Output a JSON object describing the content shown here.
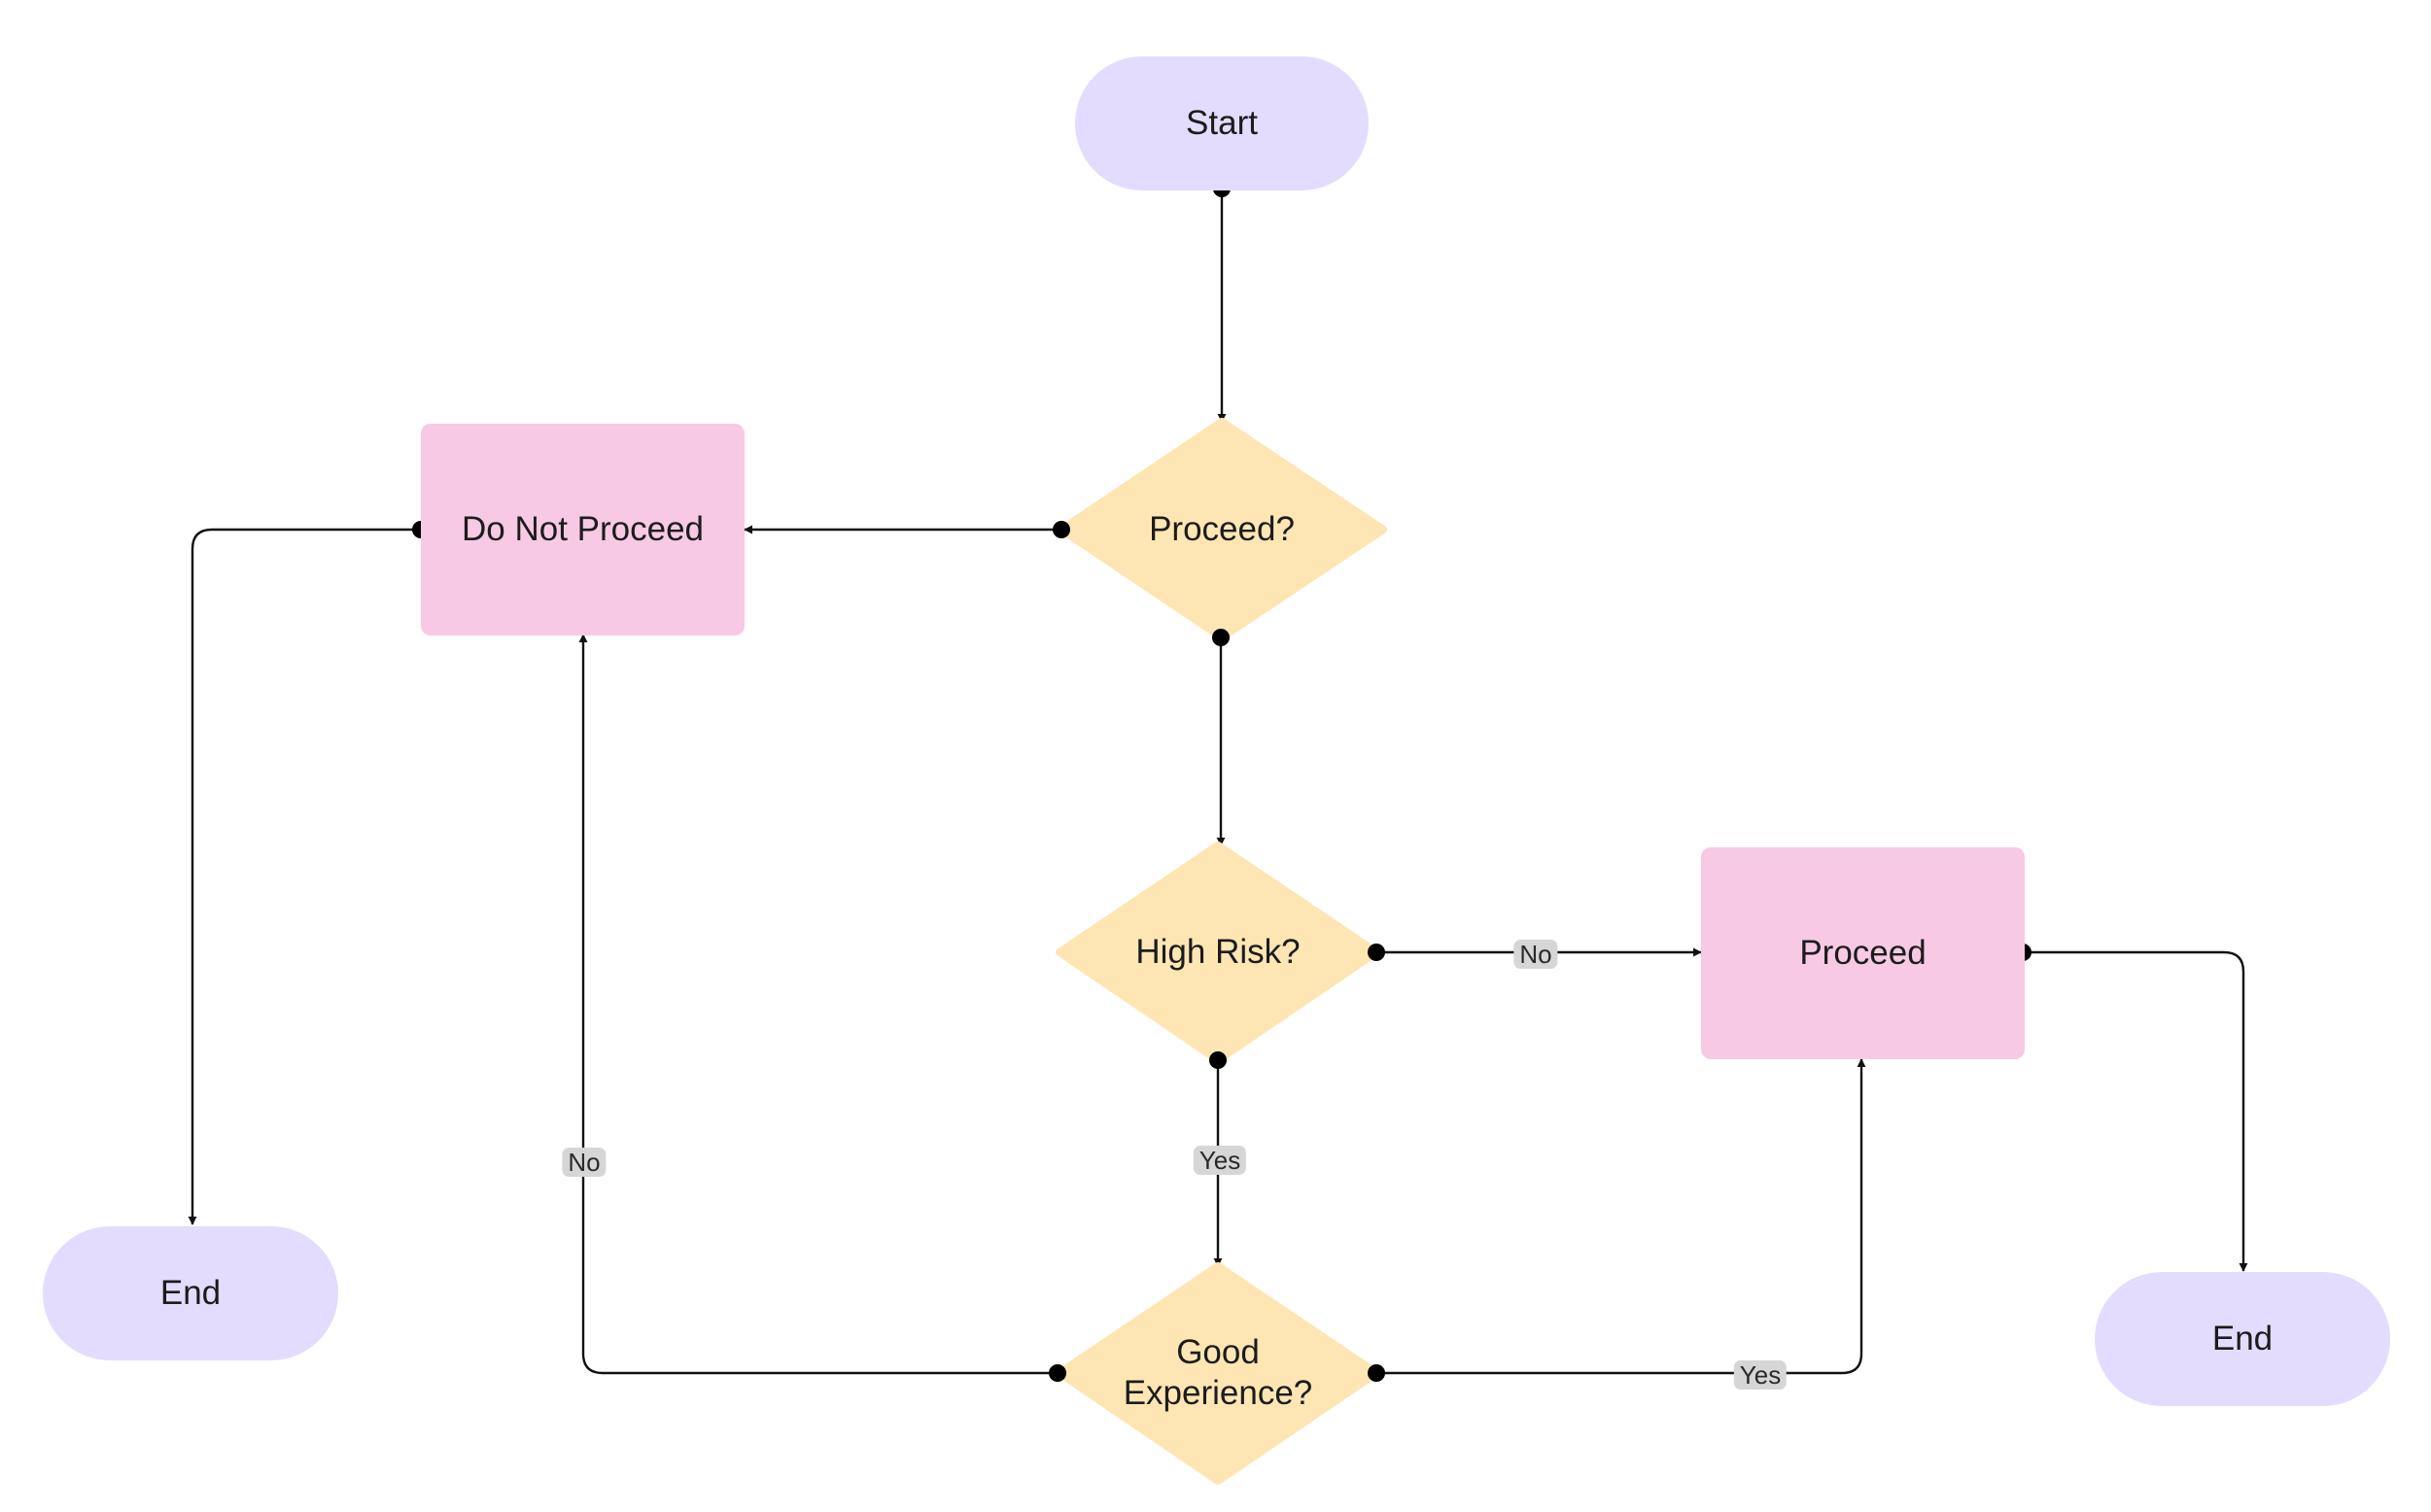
{
  "colors": {
    "terminal_fill": "#e4dcfd",
    "process_fill": "#f7c9e4",
    "decision_fill": "#fde6b3",
    "edge_stroke": "#111111",
    "label_bg": "#d6d6d6"
  },
  "nodes": {
    "start": {
      "label": "Start"
    },
    "proceed_decision": {
      "label": "Proceed?"
    },
    "do_not_proceed": {
      "label": "Do Not Proceed"
    },
    "high_risk": {
      "label": "High Risk?"
    },
    "proceed": {
      "label": "Proceed"
    },
    "good_experience": {
      "label_line1": "Good",
      "label_line2": "Experience?"
    },
    "end_left": {
      "label": "End"
    },
    "end_right": {
      "label": "End"
    }
  },
  "edge_labels": {
    "high_risk_no": "No",
    "high_risk_yes": "Yes",
    "good_experience_no": "No",
    "good_experience_yes": "Yes"
  }
}
